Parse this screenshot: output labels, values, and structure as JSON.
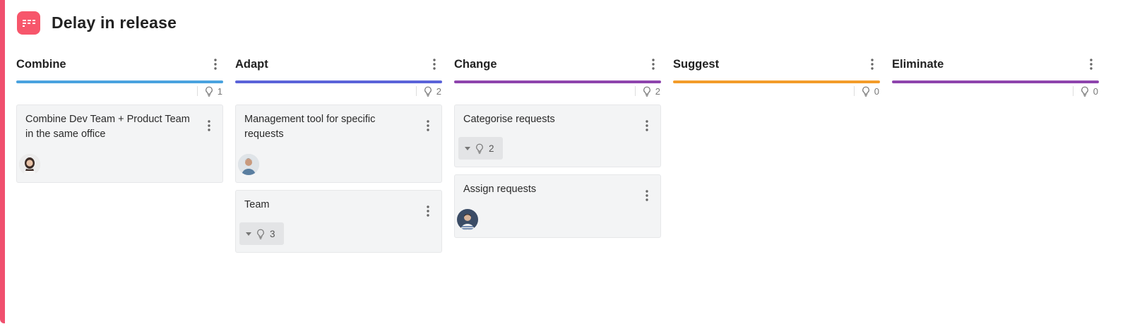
{
  "board": {
    "title": "Delay in release",
    "icon": "board-app-icon",
    "accent_color": "#f0506e"
  },
  "columns": [
    {
      "id": "combine",
      "title": "Combine",
      "color": "#4aa3df",
      "count": "1",
      "cards": [
        {
          "text": "Combine Dev Team + Product Team in the same office",
          "avatar": "woman-avatar"
        }
      ]
    },
    {
      "id": "adapt",
      "title": "Adapt",
      "color": "#5b63d9",
      "count": "2",
      "cards": [
        {
          "text": "Management tool for specific requests",
          "avatar": "man-avatar"
        },
        {
          "text": "Team",
          "group_count": "3"
        }
      ]
    },
    {
      "id": "change",
      "title": "Change",
      "color": "#8e44ad",
      "count": "2",
      "cards": [
        {
          "text": "Categorise requests",
          "group_count": "2"
        },
        {
          "text": "Assign requests",
          "avatar": "man-avatar-2"
        }
      ]
    },
    {
      "id": "suggest",
      "title": "Suggest",
      "color": "#f39c2a",
      "count": "0",
      "cards": []
    },
    {
      "id": "eliminate",
      "title": "Eliminate",
      "color": "#8e44ad",
      "count": "0",
      "cards": []
    }
  ]
}
